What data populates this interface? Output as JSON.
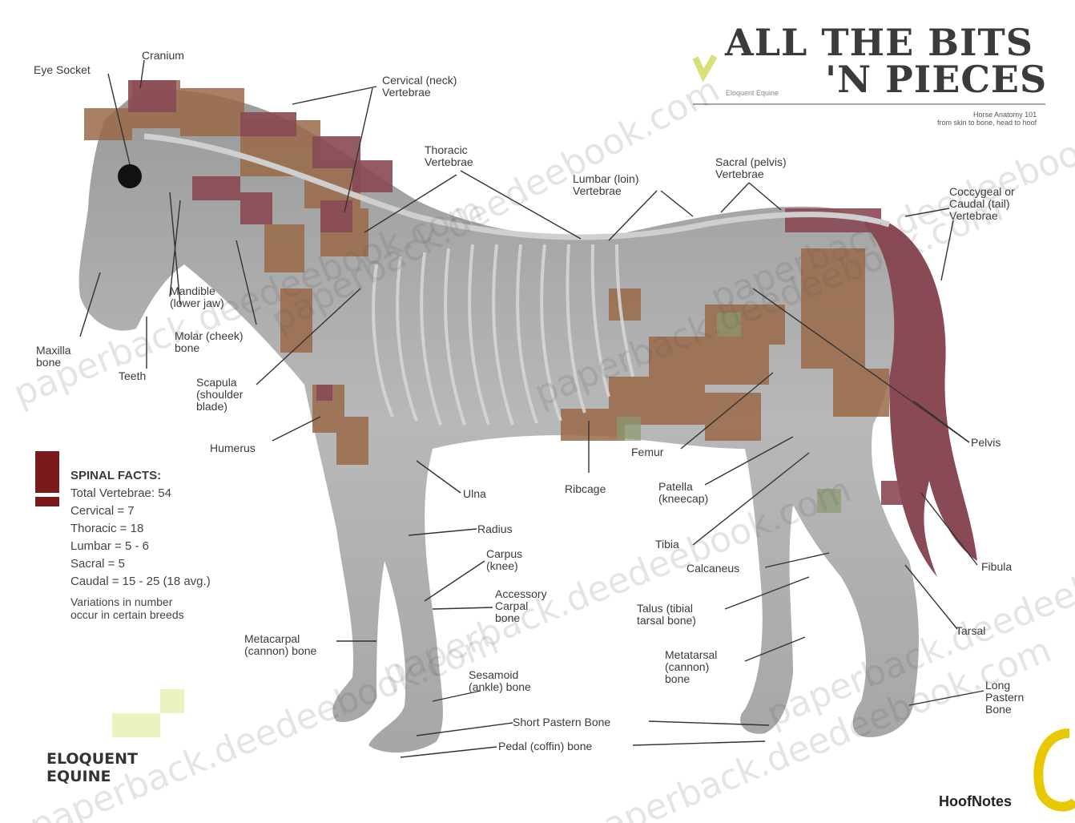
{
  "title_line1": "ALL THE BITS",
  "title_line2": "'N PIECES",
  "subtitle_tag": "Eloquent Equine",
  "credit": "Horse Anatomy 101\nfrom skin to bone, head to hoof",
  "labels": {
    "eye_socket": "Eye Socket",
    "cranium": "Cranium",
    "cervical": "Cervical (neck)\nVertebrae",
    "thoracic": "Thoracic\nVertebrae",
    "lumbar": "Lumbar (loin)\nVertebrae",
    "sacral": "Sacral (pelvis)\nVertebrae",
    "coccygeal": "Coccygeal or\nCaudal (tail)\nVertebrae",
    "mandible": "Mandible\n(lower jaw)",
    "maxilla": "Maxilla\nbone",
    "molar": "Molar (cheek)\nbone",
    "teeth": "Teeth",
    "scapula": "Scapula\n(shoulder\nblade)",
    "humerus": "Humerus",
    "ulna": "Ulna",
    "radius": "Radius",
    "carpus": "Carpus\n(knee)",
    "accessory": "Accessory\nCarpal\nbone",
    "metacarpal": "Metacarpal\n(cannon) bone",
    "sesamoid": "Sesamoid\n(ankle) bone",
    "short_pastern": "Short Pastern Bone",
    "pedal": "Pedal (coffin) bone",
    "ribcage": "Ribcage",
    "femur": "Femur",
    "patella": "Patella\n(kneecap)",
    "tibia": "Tibia",
    "calcaneus": "Calcaneus",
    "talus": "Talus (tibial\ntarsal bone)",
    "metatarsal": "Metatarsal\n(cannon)\nbone",
    "long_pastern": "Long\nPastern\nBone",
    "pelvis": "Pelvis",
    "fibula": "Fibula",
    "tarsal": "Tarsal"
  },
  "spinal_facts": {
    "heading": "SPINAL FACTS:",
    "lines": [
      "Total Vertebrae: 54",
      "Cervical = 7",
      "Thoracic = 18",
      "Lumbar = 5 - 6",
      "Sacral = 5",
      "Caudal = 15 - 25 (18 avg.)"
    ],
    "note": "Variations in number\noccur in certain breeds"
  },
  "brand": "ELOQUENT\nEQUINE",
  "hoofnotes": "HoofNotes",
  "watermark": "paperback.deedeebook.com",
  "colors": {
    "accent_red": "#7a1a1a",
    "yellow": "#e8c800",
    "skeleton": "#b4b4b4",
    "coat": "#9a6a48"
  }
}
